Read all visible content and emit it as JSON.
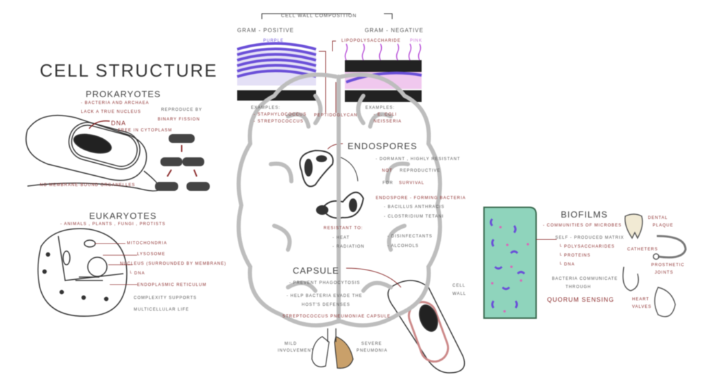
{
  "cell_structure": {
    "title": "Cell Structure",
    "prokaryotes": {
      "heading": "Prokaryotes",
      "note1": "- bacteria and archaea",
      "note2": "lack a true nucleus",
      "dna": "DNA",
      "dna_note": "free in cytoplasm",
      "reproduce": "reproduce by",
      "binary_fission": "Binary Fission",
      "organelles": "no membrane-bound organelles"
    },
    "eukaryotes": {
      "heading": "Eukaryotes",
      "kingdoms": "- animals , plants , fungi , protists",
      "mitochondria": "mitochondria",
      "lysosome": "lysosome",
      "nucleus": "nucleus (surrounded by membrane)",
      "dna": "└ DNA",
      "er": "endoplasmic reticulum",
      "complexity1": "complexity supports",
      "complexity2": "multicellular life"
    }
  },
  "cell_wall": {
    "title": "Cell Wall Composition",
    "gram_positive": "Gram - Positive",
    "gram_negative": "Gram - Negative",
    "purple": "Purple",
    "pink": "Pink",
    "lps": "Lipopolysaccharide",
    "peptidoglycan": "Peptidoglycan",
    "examples_label": "Examples:",
    "pos_ex1": "- Staphylococcus",
    "pos_ex2": "- Streptococcus",
    "neg_ex1": "- E. coli",
    "neg_ex2": "Neisseria",
    "colors": {
      "purple": "#6a4fd8",
      "pink": "#c86ad8",
      "bg_purple": "#e4e0f6",
      "bg_pink": "#f0c8ee"
    }
  },
  "endospores": {
    "heading": "Endospores",
    "line1": "- dormant , highly resistant",
    "line2a": "not",
    "line2b": "reproductive",
    "line3a": "for",
    "line3b": "survival",
    "line4": "endospore - forming bacteria",
    "ex1": "- Bacillus anthracis",
    "ex2": "- Clostridium tetani",
    "resistant": "resistant to:",
    "r1": "- heat",
    "r2": "- radiation",
    "r3": "- disinfectants",
    "r4": "- alcohols"
  },
  "capsule": {
    "heading": "Capsule",
    "line1": "- prevent phagocytosis",
    "line2": "- help bacteria evade the",
    "line3": "host's defenses",
    "line4": "Streptococcus pneumoniae capsule",
    "mild1": "mild",
    "mild2": "involvement",
    "severe1": "severe",
    "severe2": "pneumonia",
    "cell_wall1": "Cell",
    "cell_wall2": "wall"
  },
  "biofilms": {
    "heading": "Biofilms",
    "line1": "- communities of microbes",
    "line2": "self - produced matrix",
    "m1": "└ polysaccharides",
    "m2": "└ proteins",
    "m3": "└ DNA",
    "comm1": "bacteria communicate",
    "comm2": "through",
    "quorum": "Quorum Sensing",
    "dental1": "dental",
    "dental2": "plaque",
    "catheters": "catheters",
    "prosthetic1": "prosthetic",
    "prosthetic2": "joints",
    "heart1": "heart",
    "heart2": "valves",
    "colors": {
      "film": "#8fd4bc",
      "border": "#3a6a50"
    }
  }
}
